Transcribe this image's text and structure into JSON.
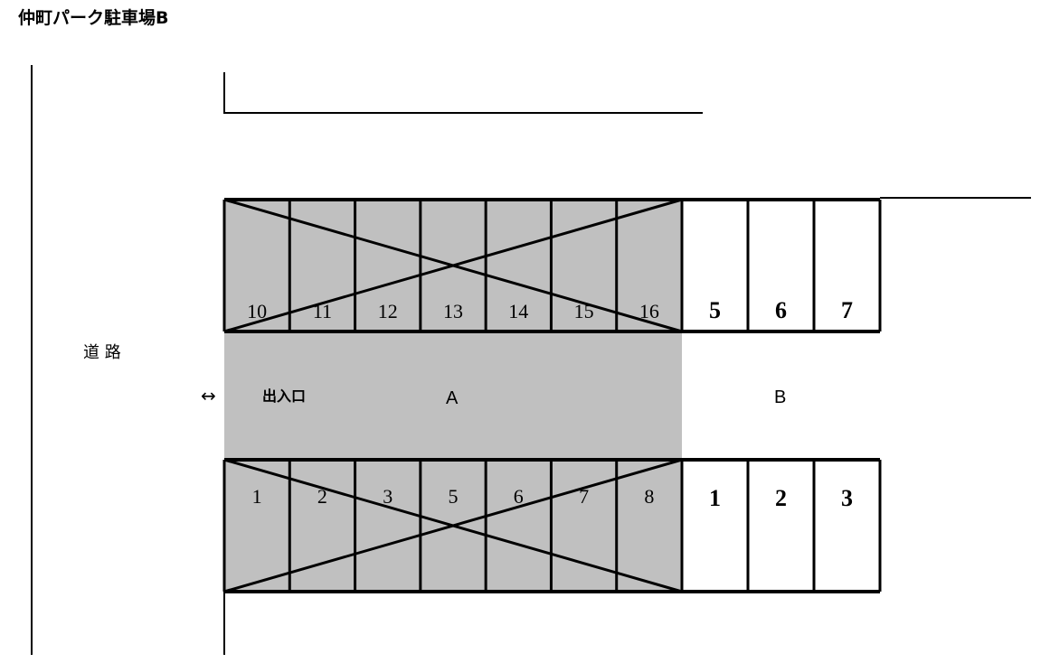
{
  "title": "仲町パーク駐車場B",
  "road_label": "道 路",
  "entrance": {
    "arrow": "↔",
    "label": "出入口"
  },
  "zone_a": {
    "label": "A",
    "fill": "#c0c0c0",
    "status": "unavailable"
  },
  "zone_b": {
    "label": "B",
    "fill": "#ffffff",
    "status": "available"
  },
  "zone_a_top_spaces": [
    "10",
    "11",
    "12",
    "13",
    "14",
    "15",
    "16"
  ],
  "zone_a_bottom_spaces": [
    "1",
    "2",
    "3",
    "5",
    "6",
    "7",
    "8"
  ],
  "zone_b_top_spaces": [
    "5",
    "6",
    "7"
  ],
  "zone_b_bottom_spaces": [
    "1",
    "2",
    "3"
  ],
  "colors": {
    "line": "#000000",
    "unavailable_fill": "#c0c0c0"
  }
}
